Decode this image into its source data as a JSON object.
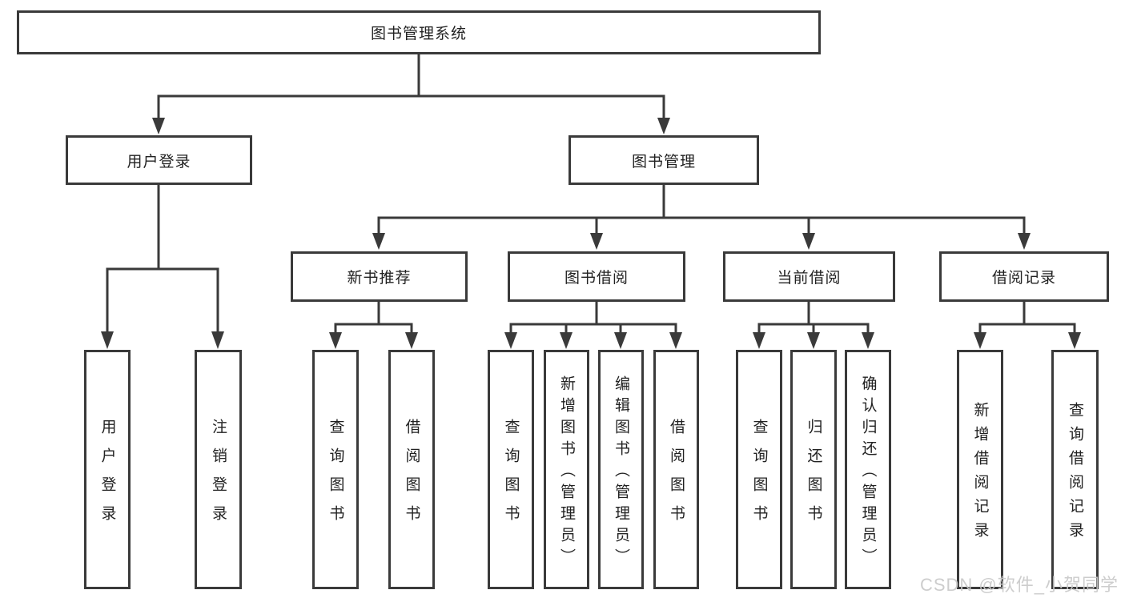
{
  "tree": {
    "root": {
      "label": "图书管理系统"
    },
    "user_branch": {
      "label": "用户登录",
      "leaves": [
        "用户登录",
        "注销登录"
      ]
    },
    "book_branch": {
      "label": "图书管理",
      "sections": [
        {
          "label": "新书推荐",
          "leaves": [
            "查询图书",
            "借阅图书"
          ]
        },
        {
          "label": "图书借阅",
          "leaves": [
            "查询图书",
            "新增图书（管理员）",
            "编辑图书（管理员）",
            "借阅图书"
          ]
        },
        {
          "label": "当前借阅",
          "leaves": [
            "查询图书",
            "归还图书",
            "确认归还（管理员）"
          ]
        },
        {
          "label": "借阅记录",
          "leaves": [
            "新增借阅记录",
            "查询借阅记录"
          ]
        }
      ]
    }
  },
  "watermark": {
    "text": "CSDN @软件_小贺同学"
  },
  "colors": {
    "line": "#3a3a3a",
    "box_border": "#3a3a3a",
    "text": "#222222",
    "watermark": "#c9c9c9",
    "background": "#ffffff"
  }
}
